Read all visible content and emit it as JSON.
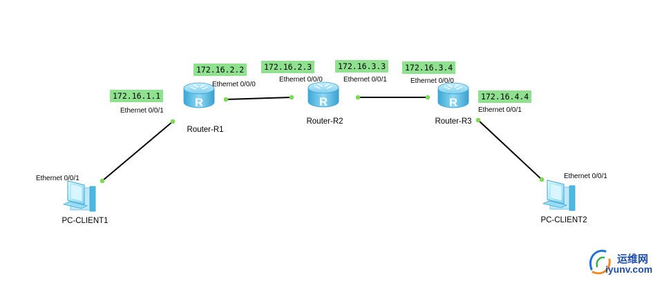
{
  "devices": {
    "r1": {
      "name": "Router-R1",
      "glyph": "R",
      "icon": "router-icon"
    },
    "r2": {
      "name": "Router-R2",
      "glyph": "R",
      "icon": "router-icon"
    },
    "r3": {
      "name": "Router-R3",
      "glyph": "R",
      "icon": "router-icon"
    },
    "pc1": {
      "name": "PC-CLIENT1",
      "icon": "pc-icon"
    },
    "pc2": {
      "name": "PC-CLIENT2",
      "icon": "pc-icon"
    }
  },
  "ip_labels": {
    "pc1_gw": "172.16.1.1",
    "r1_e000": "172.16.2.2",
    "r2_e000": "172.16.2.3",
    "r2_e001": "172.16.3.3",
    "r3_e000": "172.16.3.4",
    "r3_e001": "172.16.4.4"
  },
  "port_labels": {
    "r1_left": "Ethernet 0/0/1",
    "r1_right": "Ethernet 0/0/0",
    "r2_left": "Ethernet 0/0/0",
    "r2_right": "Ethernet 0/0/1",
    "r3_left": "Ethernet 0/0/0",
    "r3_right": "Ethernet 0/0/1",
    "pc1": "Ethernet 0/0/1",
    "pc2": "Ethernet 0/0/1"
  },
  "watermark": {
    "cn": "运维网",
    "url": "iyunv.com",
    "icon": "logo-swirl-icon"
  },
  "colors": {
    "ip_bg": "#8fe08f",
    "link": "#000000",
    "port_dot": "#7ed957",
    "router_body": "#5bbfe8",
    "pc_body": "#7fd3f2"
  }
}
